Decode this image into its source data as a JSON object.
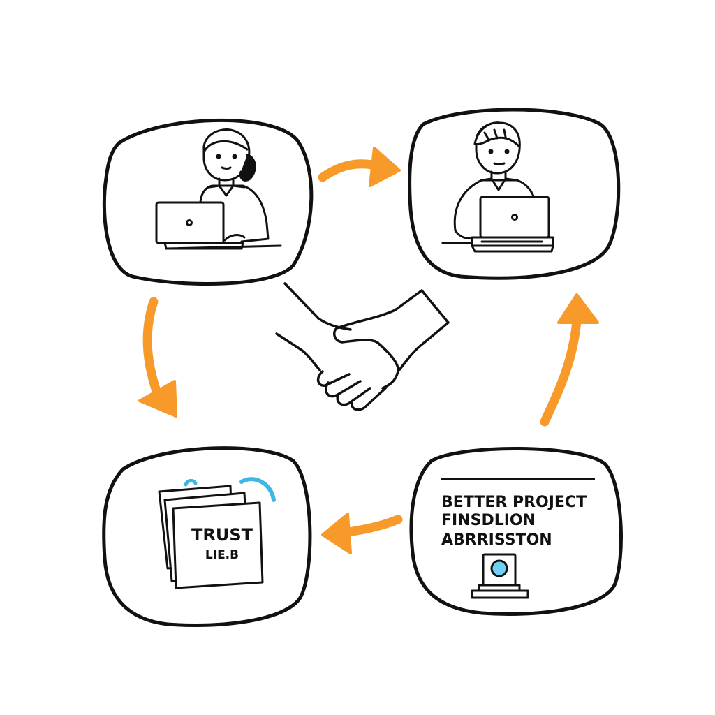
{
  "colors": {
    "ink": "#111111",
    "accent_arrow": "#f79a2a",
    "accent_blue": "#3eb6e6",
    "card_fill": "#ffffff"
  },
  "cards": {
    "top_left": {
      "icon": "person-with-laptop-icon"
    },
    "top_right": {
      "icon": "person-with-laptop-icon"
    },
    "bottom_left": {
      "icon": "document-stack-icon",
      "doc_line1": "TRUST",
      "doc_line2": "LIE.B"
    },
    "bottom_right": {
      "icon": "award-trophy-icon",
      "line1": "BETTER PROJECT",
      "line2": "FINSDLION",
      "line3": "ABRRISSTON"
    }
  },
  "center": {
    "icon": "handshake-icon"
  },
  "arrows": [
    {
      "from": "top_left",
      "to": "top_right",
      "icon": "arrow-right-icon"
    },
    {
      "from": "bottom_right",
      "to": "top_right",
      "icon": "arrow-up-icon"
    },
    {
      "from": "bottom_right",
      "to": "bottom_left",
      "icon": "arrow-left-icon"
    },
    {
      "from": "top_left",
      "to": "bottom_left",
      "icon": "arrow-down-icon"
    }
  ]
}
